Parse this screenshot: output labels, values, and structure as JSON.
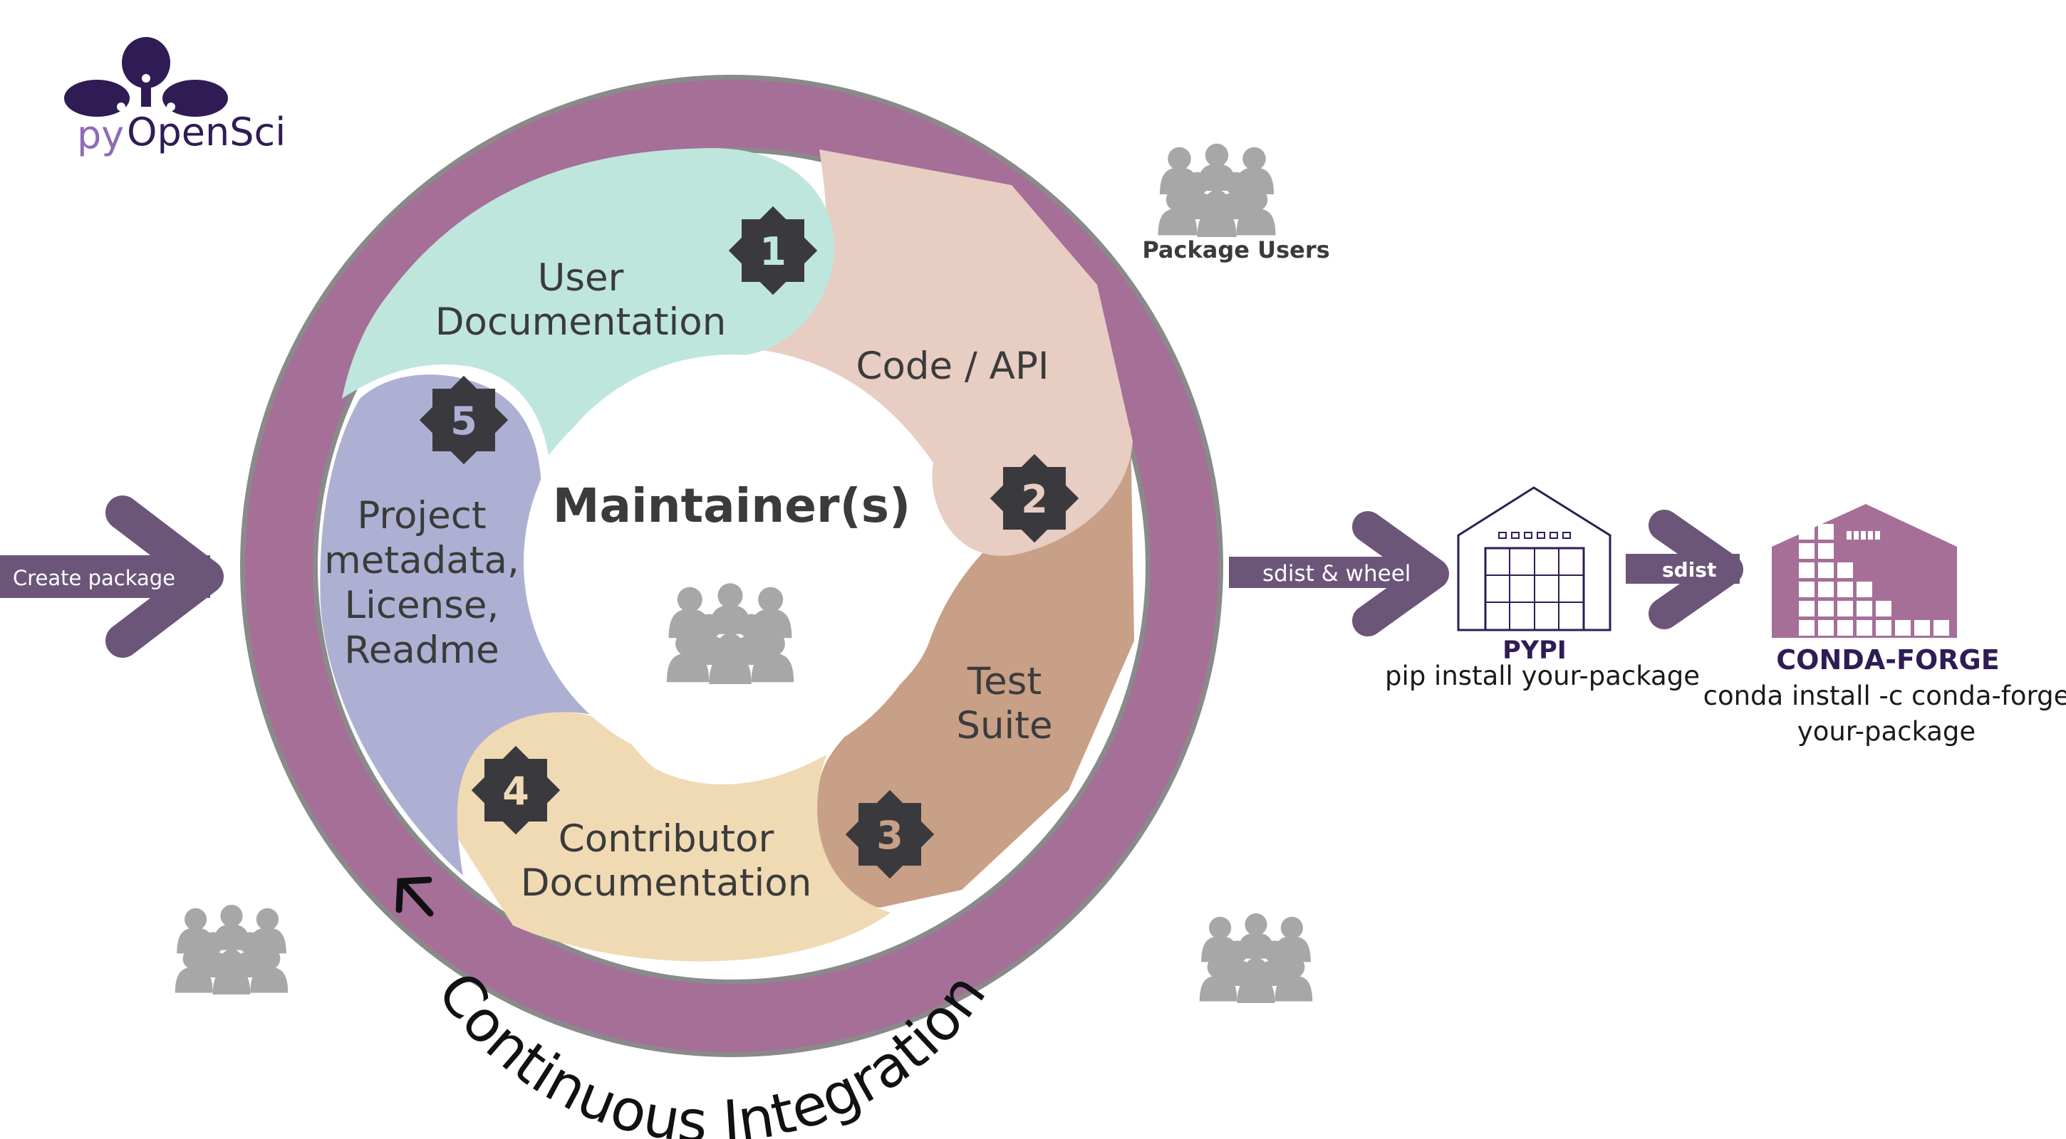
{
  "logo": {
    "text_py": "py",
    "text_open": "OpenSci"
  },
  "center": {
    "title": "Maintainer(s)"
  },
  "segments": [
    {
      "number": "1",
      "lines": [
        "User",
        "Documentation"
      ],
      "color": "#bfe6dc"
    },
    {
      "number": "2",
      "lines": [
        "Code / API"
      ],
      "color": "#e7cdc2"
    },
    {
      "number": "3",
      "lines": [
        "Test",
        "Suite"
      ],
      "color": "#c89f87"
    },
    {
      "number": "4",
      "lines": [
        "Contributor",
        "Documentation"
      ],
      "color": "#f0dab4"
    },
    {
      "number": "5",
      "lines": [
        "Project",
        "metadata,",
        "License,",
        "Readme"
      ],
      "color": "#aeb0d3"
    }
  ],
  "ring": {
    "label": "Continuous Integration",
    "color": "#a56f98"
  },
  "arrows": {
    "create": "Create package",
    "sdist_wheel": "sdist & wheel",
    "sdist": "sdist"
  },
  "users": {
    "label": "Package Users"
  },
  "pypi": {
    "title": "PYPI",
    "command": "pip install your-package"
  },
  "conda": {
    "title": "CONDA-FORGE",
    "command_line1": "conda install -c conda-forge",
    "command_line2": "your-package"
  },
  "colors": {
    "purple_dark": "#2f1c55",
    "arrow": "#6b567a",
    "badge": "#3a3a3e",
    "text_dark": "#3b3b3b",
    "people": "#a7a7a7",
    "conda": "#a56f98"
  }
}
